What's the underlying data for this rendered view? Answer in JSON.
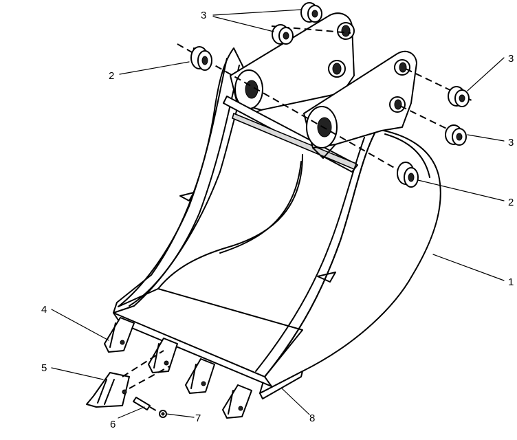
{
  "diagram": {
    "callouts": [
      {
        "id": "c1",
        "label": "1"
      },
      {
        "id": "c2a",
        "label": "2"
      },
      {
        "id": "c2b",
        "label": "2"
      },
      {
        "id": "c3a",
        "label": "3"
      },
      {
        "id": "c3b",
        "label": "3"
      },
      {
        "id": "c3c",
        "label": "3"
      },
      {
        "id": "c4",
        "label": "4"
      },
      {
        "id": "c5",
        "label": "5"
      },
      {
        "id": "c6",
        "label": "6"
      },
      {
        "id": "c7",
        "label": "7"
      },
      {
        "id": "c8",
        "label": "8"
      }
    ]
  }
}
